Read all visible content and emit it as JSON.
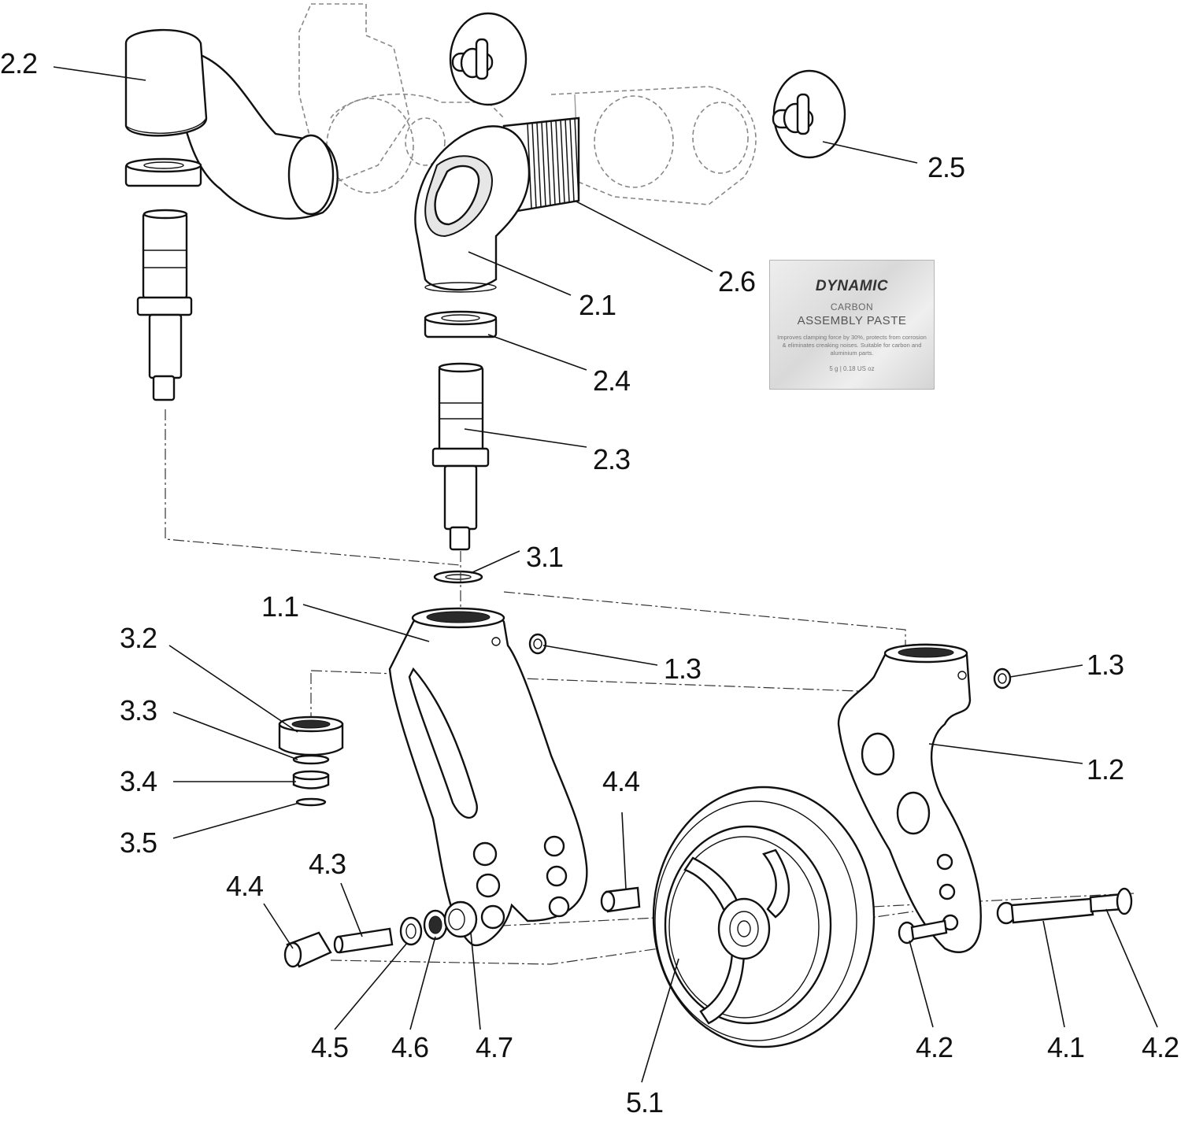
{
  "labels": {
    "l_2_2": "2.2",
    "l_2_5": "2.5",
    "l_2_6": "2.6",
    "l_2_1": "2.1",
    "l_2_4": "2.4",
    "l_2_3": "2.3",
    "l_3_1": "3.1",
    "l_1_1": "1.1",
    "l_1_3_a": "1.3",
    "l_1_3_b": "1.3",
    "l_3_2": "3.2",
    "l_3_3": "3.3",
    "l_3_4": "3.4",
    "l_3_5": "3.5",
    "l_1_2": "1.2",
    "l_4_4_a": "4.4",
    "l_4_4_b": "4.4",
    "l_4_3": "4.3",
    "l_4_5": "4.5",
    "l_4_6": "4.6",
    "l_4_7": "4.7",
    "l_5_1": "5.1",
    "l_4_2_a": "4.2",
    "l_4_1": "4.1",
    "l_4_2_b": "4.2"
  },
  "paste": {
    "brand": "DYNAMIC",
    "product": "CARBON",
    "name": "ASSEMBLY PASTE",
    "description": "Improves clamping force by 30%, protects from corrosion & eliminates creaking noises. Suitable for carbon and aluminium parts.",
    "weight": "5 g | 0.18 US oz"
  }
}
